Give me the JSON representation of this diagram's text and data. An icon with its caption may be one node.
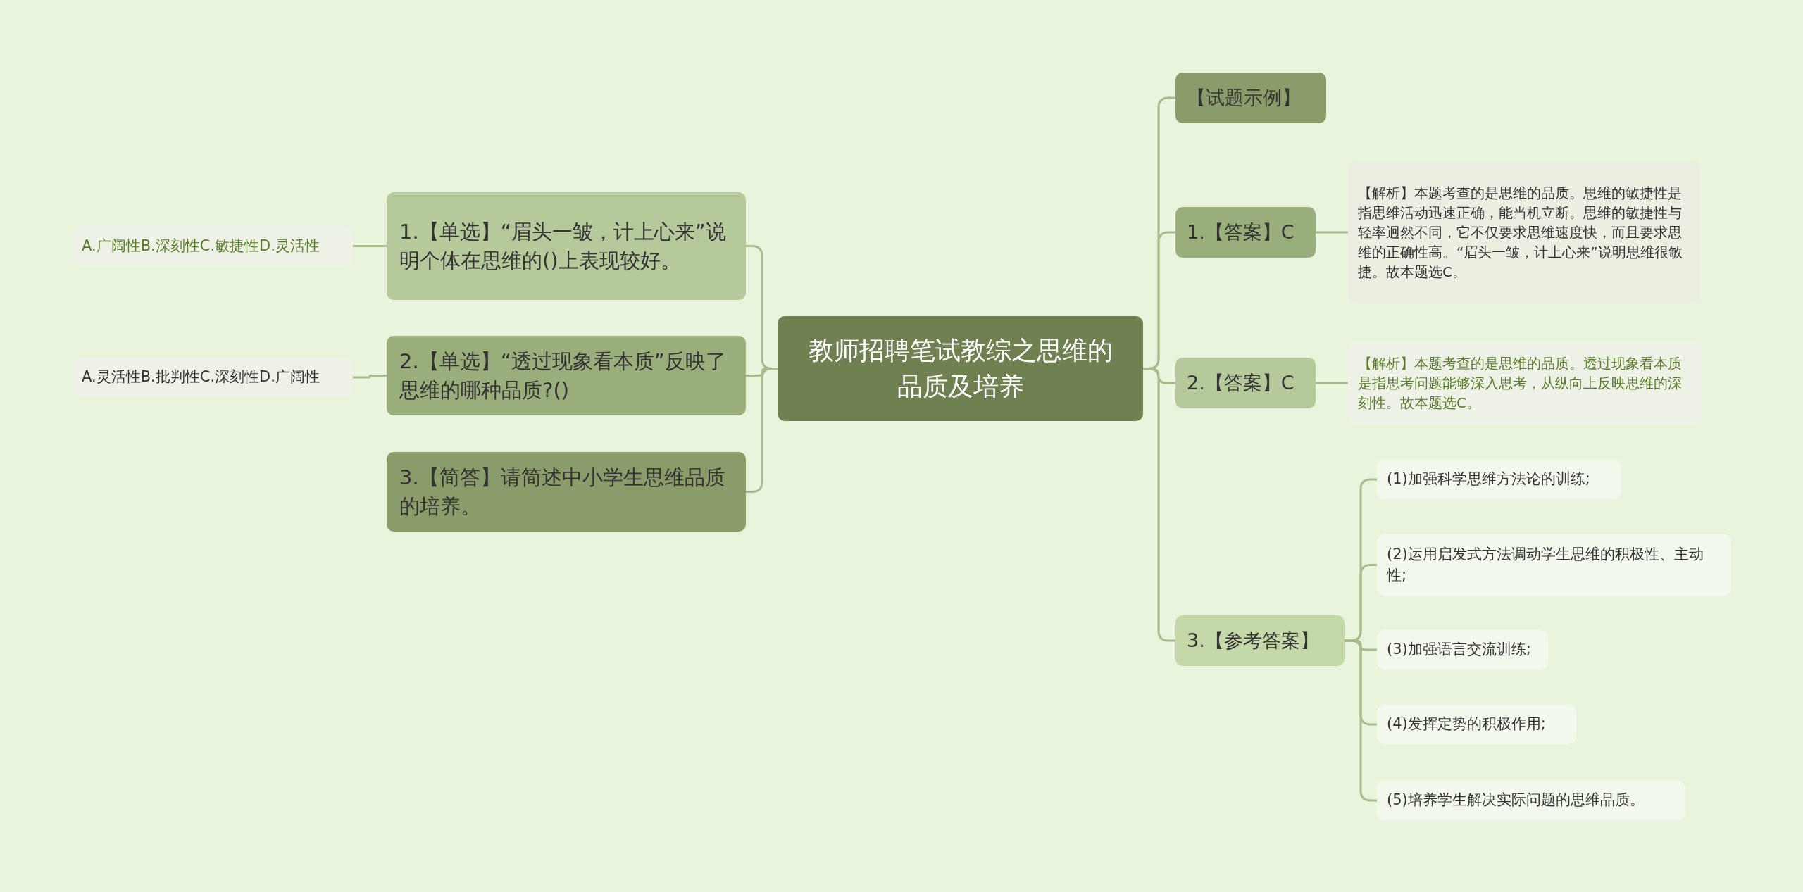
{
  "diagram": {
    "nodes": [
      {
        "text": [
          "教师招聘笔试教综之思维的品质及培养"
        ]
      },
      {
        "text": [
          "1.【单选】“眉头一皱，计上心来”说明个体在思维的()上表现较好。"
        ]
      },
      {
        "text": [
          "A.广阔性B.深刻性C.敏捷性D.灵活性"
        ]
      },
      {
        "text": [
          "2.【单选】“透过现象看本质”反映了思维的哪种品质?()"
        ]
      },
      {
        "text": [
          "A.灵活性B.批判性C.深刻性D.广阔性"
        ]
      },
      {
        "text": [
          "3.【简答】请简述中小学生思维品质的培养。"
        ]
      },
      {
        "text": [
          "【试题示例】"
        ]
      },
      {
        "text": [
          "1.【答案】C"
        ]
      },
      {
        "text": [
          "【解析】本题考查的是思维的品质。思维的敏捷性是指思维活动迅速正确，能当机立断。思维的敏捷性与轻率迥然不同，它不仅要求思维速度快，而且要求思维的正确性高。“眉头一皱，计上心来”说明思维很敏捷。故本题选C。"
        ]
      },
      {
        "text": [
          "2.【答案】C"
        ]
      },
      {
        "text": [
          "【解析】本题考查的是思维的品质。透过现象看本质是指思考问题能够深入思考，从纵向上反映思维的深刻性。故本题选C。"
        ]
      },
      {
        "text": [
          "3.【参考答案】"
        ]
      },
      {
        "text": [
          "(1)加强科学思维方法论的训练;"
        ]
      },
      {
        "text": [
          "(2)运用启发式方法调动学生思维的积极性、主动性;"
        ]
      },
      {
        "text": [
          "(3)加强语言交流训练;"
        ]
      },
      {
        "text": [
          "(4)发挥定势的积极作用;"
        ]
      },
      {
        "text": [
          "(5)培养学生解决实际问题的思维品质。"
        ]
      }
    ],
    "edges": [
      {
        "from": 0,
        "to": 1,
        "arrow": "none"
      },
      {
        "from": 0,
        "to": 3,
        "arrow": "none"
      },
      {
        "from": 0,
        "to": 5,
        "arrow": "none"
      },
      {
        "from": 1,
        "to": 2,
        "arrow": "none"
      },
      {
        "from": 3,
        "to": 4,
        "arrow": "none"
      },
      {
        "from": 0,
        "to": 6,
        "arrow": "none"
      },
      {
        "from": 0,
        "to": 7,
        "arrow": "none"
      },
      {
        "from": 0,
        "to": 9,
        "arrow": "none"
      },
      {
        "from": 0,
        "to": 11,
        "arrow": "none"
      },
      {
        "from": 7,
        "to": 8,
        "arrow": "none"
      },
      {
        "from": 9,
        "to": 10,
        "arrow": "none"
      },
      {
        "from": 11,
        "to": 12,
        "arrow": "none"
      },
      {
        "from": 11,
        "to": 13,
        "arrow": "none"
      },
      {
        "from": 11,
        "to": 14,
        "arrow": "none"
      },
      {
        "from": 11,
        "to": 15,
        "arrow": "none"
      },
      {
        "from": 11,
        "to": 16,
        "arrow": "none"
      }
    ]
  }
}
